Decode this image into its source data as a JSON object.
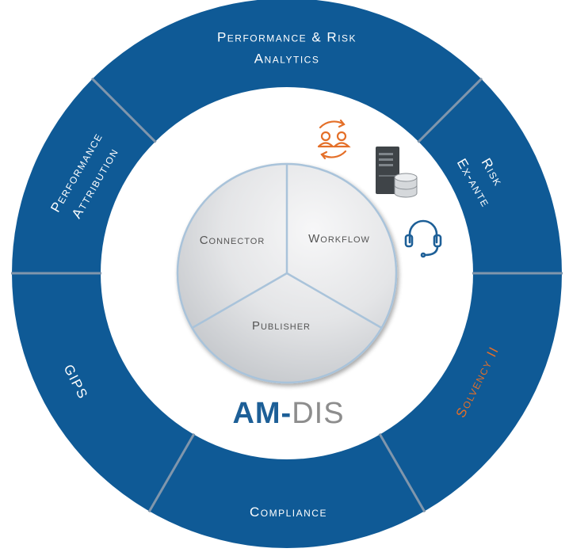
{
  "ring_segments": [
    {
      "label_lines": [
        "Performance & Risk",
        "Analytics"
      ],
      "accent": false
    },
    {
      "label_lines": [
        "Risk",
        "Ex-ante"
      ],
      "accent": false
    },
    {
      "label_lines": [
        "Solvency II"
      ],
      "accent": true
    },
    {
      "label_lines": [
        "Compliance"
      ],
      "accent": false
    },
    {
      "label_lines": [
        "GIPS"
      ],
      "accent": false
    },
    {
      "label_lines": [
        "Performance",
        "Attribution"
      ],
      "accent": false
    }
  ],
  "core_segments": [
    {
      "label": "Workflow"
    },
    {
      "label": "Publisher"
    },
    {
      "label": "Connector"
    }
  ],
  "logo": {
    "prefix": "AM-",
    "suffix": "DIS"
  },
  "icons": [
    "user-sync-icon",
    "server-database-icon",
    "headset-icon"
  ],
  "colors": {
    "ring": "#0f5a96",
    "ring_divider": "#8096ac",
    "accent": "#e46f28",
    "logo_blue": "#1d5f97",
    "logo_grey": "#8d8d8d",
    "core_fill": "#dfe1e4",
    "core_stroke": "#a9c3da",
    "server_dark": "#3f4448"
  }
}
